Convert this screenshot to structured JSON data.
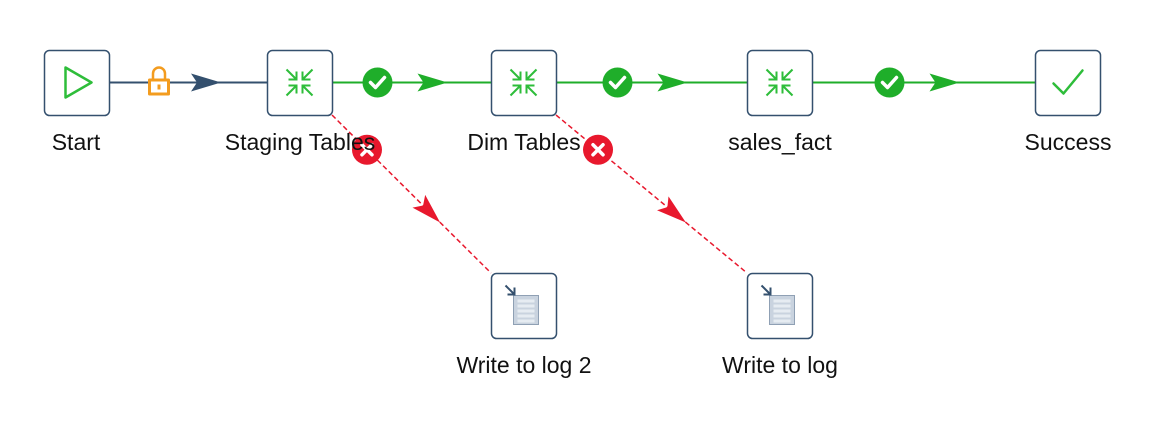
{
  "nodes": [
    {
      "id": "start",
      "label": "Start",
      "icon": "start-triangle-icon"
    },
    {
      "id": "staging",
      "label": "Staging Tables",
      "icon": "job-entry-icon"
    },
    {
      "id": "dim",
      "label": "Dim Tables",
      "icon": "job-entry-icon"
    },
    {
      "id": "sales",
      "label": "sales_fact",
      "icon": "job-entry-icon"
    },
    {
      "id": "success",
      "label": "Success",
      "icon": "checkmark-icon"
    },
    {
      "id": "log2",
      "label": "Write to log 2",
      "icon": "write-log-icon"
    },
    {
      "id": "log1",
      "label": "Write to log",
      "icon": "write-log-icon"
    }
  ],
  "hops": [
    {
      "from": "start",
      "to": "staging",
      "type": "unconditional",
      "badge": "lock-icon"
    },
    {
      "from": "staging",
      "to": "dim",
      "type": "success",
      "badge": "check-circle-icon"
    },
    {
      "from": "dim",
      "to": "sales",
      "type": "success",
      "badge": "check-circle-icon"
    },
    {
      "from": "sales",
      "to": "success",
      "type": "success",
      "badge": "check-circle-icon"
    },
    {
      "from": "staging",
      "to": "log2",
      "type": "error",
      "badge": "x-circle-icon"
    },
    {
      "from": "dim",
      "to": "log1",
      "type": "error",
      "badge": "x-circle-icon"
    }
  ],
  "colors": {
    "node_border": "#34506e",
    "node_fill": "#ffffff",
    "success": "#1fae2a",
    "error": "#e8182d",
    "unconditional": "#34506e",
    "lock": "#f39c1f",
    "icon_green": "#2ebd3a"
  }
}
